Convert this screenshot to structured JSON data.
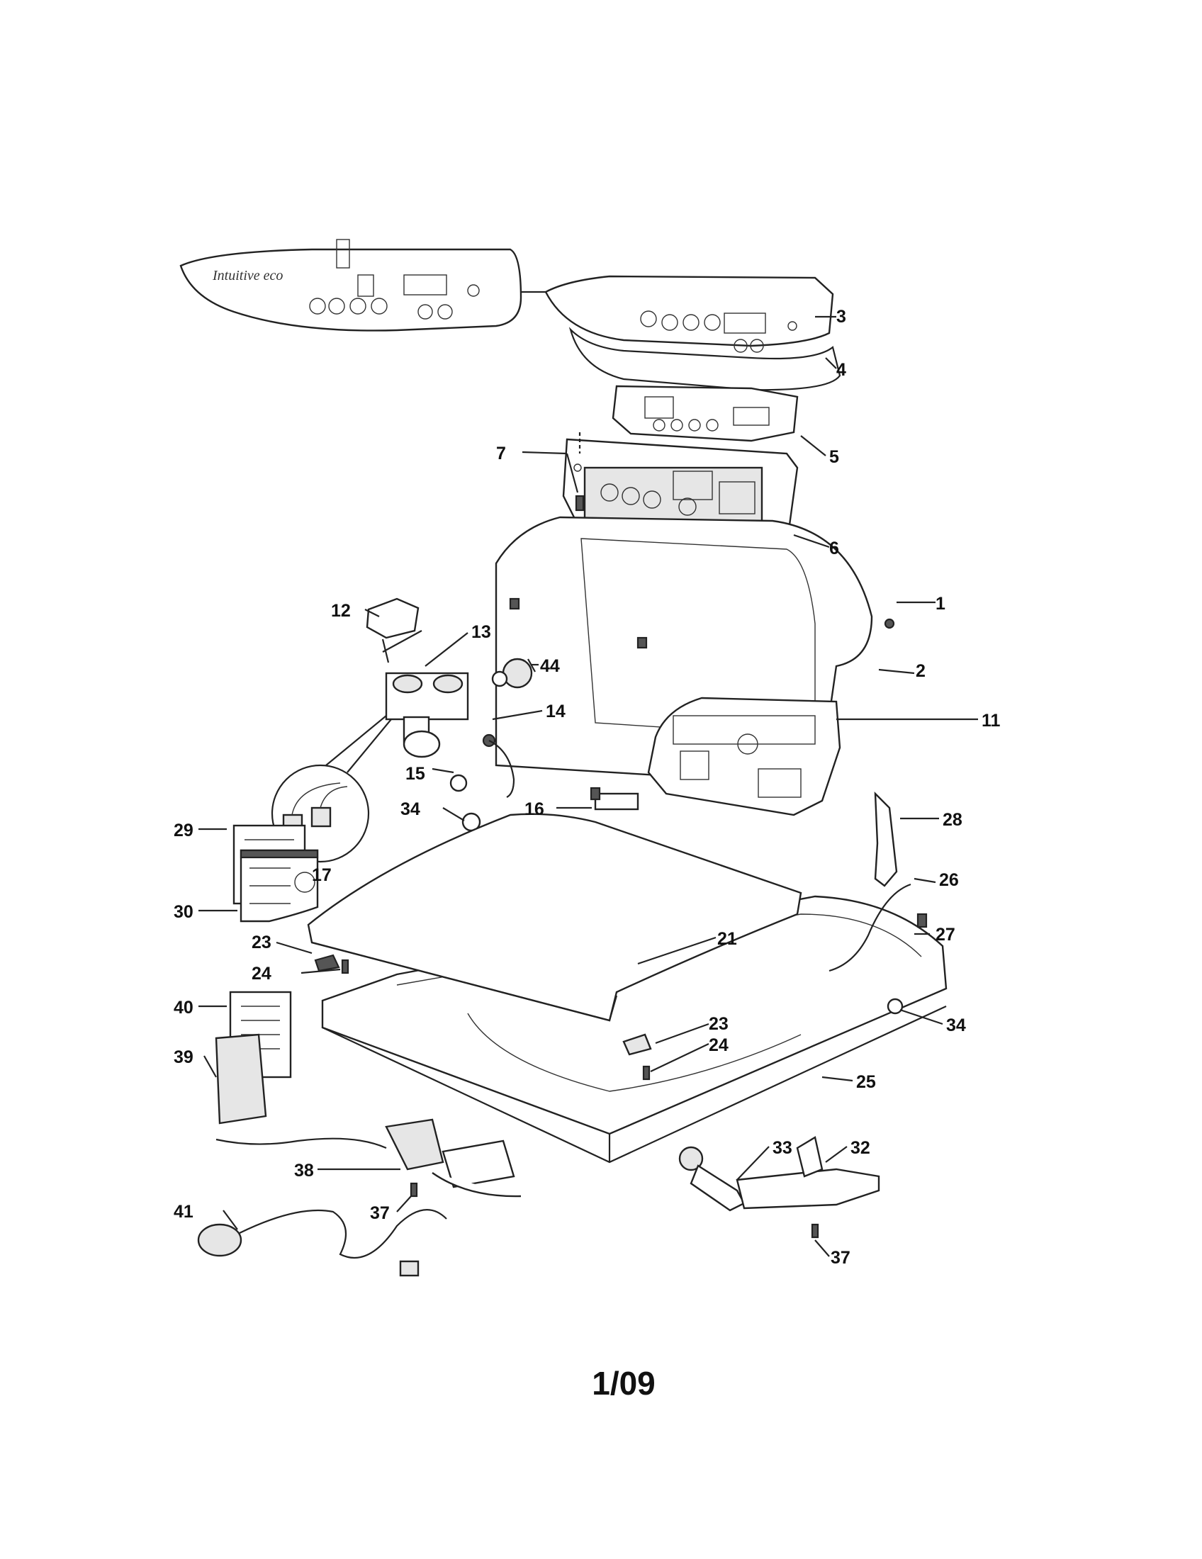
{
  "page_number": "1/09",
  "overlay_brand_text": "Intuitive eco",
  "labels": {
    "p1": "1",
    "p2": "2",
    "p3": "3",
    "p4": "4",
    "p5": "5",
    "p6": "6",
    "p7": "7",
    "p11": "11",
    "p12": "12",
    "p13": "13",
    "p14": "14",
    "p15": "15",
    "p16": "16",
    "p17": "17",
    "p21": "21",
    "p23a": "23",
    "p23b": "23",
    "p24a": "24",
    "p24b": "24",
    "p25": "25",
    "p26": "26",
    "p27": "27",
    "p28": "28",
    "p29": "29",
    "p30": "30",
    "p32": "32",
    "p33": "33",
    "p34a": "34",
    "p34b": "34",
    "p37a": "37",
    "p37b": "37",
    "p38": "38",
    "p39": "39",
    "p40": "40",
    "p41": "41",
    "p44": "44"
  }
}
